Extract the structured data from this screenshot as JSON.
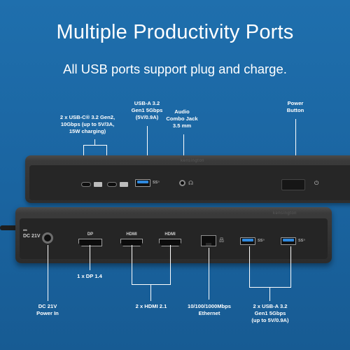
{
  "header": {
    "title": "Multiple Productivity Ports",
    "subtitle": "All USB ports support plug and charge."
  },
  "labels": {
    "usbc": "2 x USB-C® 3.2 Gen2,\n10Gbps (up to 5V/3A,\n15W charging)",
    "usba_top": "USB-A 3.2\nGen1 5Gbps\n(5V/0.9A)",
    "audio": "Audio\nCombo Jack\n3.5 mm",
    "power": "Power\nButton",
    "dc": "DC 21V\nPower In",
    "dp": "1 x DP 1.4",
    "hdmi": "2 x HDMI 2.1",
    "ethernet": "10/100/1000Mbps\nEthernet",
    "usba_bottom": "2 x USB-A 3.2\nGen1 5Gbps\n(up to 5V/0.9A)"
  },
  "ports": {
    "dc_text": "DC 21V",
    "dp": "DP",
    "hdmi": "HDMI",
    "ss": "SS ⁵"
  },
  "colors": {
    "background": "#1c68a6",
    "usb_accent": "#2f8ae0",
    "dock": "#2c2c2c"
  }
}
